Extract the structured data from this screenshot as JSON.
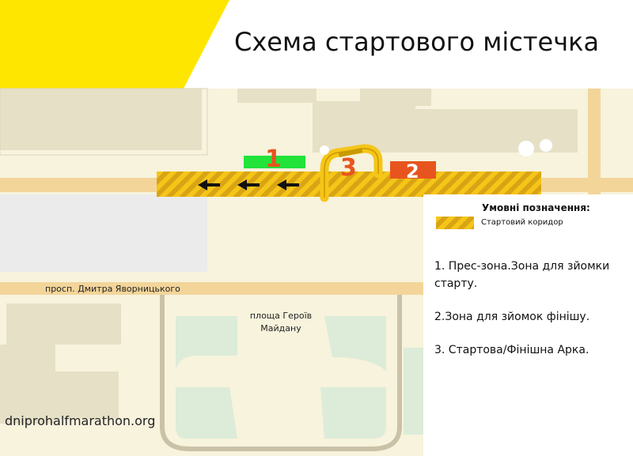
{
  "title": "Схема стартового містечка",
  "street_label": "просп. Дмитра Яворницького",
  "square_label": "площа Героїв Майдану",
  "zones": [
    {
      "number": "1",
      "color": "#22e33a"
    },
    {
      "number": "3",
      "color": "#f5c518"
    },
    {
      "number": "2",
      "color": "#e8541e"
    }
  ],
  "legend": {
    "title": "Умовні позначення:",
    "items": [
      {
        "label": "Стартовий коридор",
        "pattern": "yellow-hatched"
      }
    ]
  },
  "notes": [
    "1. Прес-зона.Зона для зйомки старту.",
    "2.Зона для зйомок фінішу.",
    "3. Стартова/Фінішна Арка."
  ],
  "website": "dniprohalfmarathon.org",
  "colors": {
    "accent_yellow": "#ffe600",
    "map_background": "#f7f3dc",
    "building": "#e6e0c7",
    "road": "#f3d59a",
    "corridor": "#f5c518",
    "park": "#dcecd8"
  },
  "icons": [
    "left-arrow-icon",
    "arch-icon"
  ]
}
